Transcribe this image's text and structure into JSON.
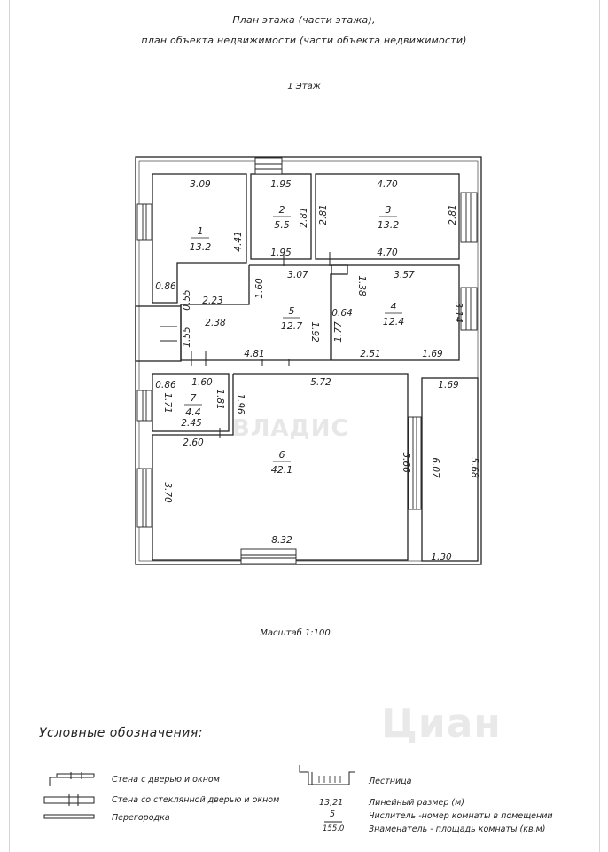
{
  "header": {
    "title_line1": "План этажа (части этажа),",
    "title_line2": "план объекта недвижимости (части объекта недвижимости)",
    "floor": "1 Этаж"
  },
  "rooms": [
    {
      "number": "1",
      "area": "13.2"
    },
    {
      "number": "2",
      "area": "5.5"
    },
    {
      "number": "3",
      "area": "13.2"
    },
    {
      "number": "4",
      "area": "12.4"
    },
    {
      "number": "5",
      "area": "12.7"
    },
    {
      "number": "6",
      "area": "42.1"
    },
    {
      "number": "7",
      "area": "4.4"
    }
  ],
  "dimensions": {
    "d309": "3.09",
    "d441": "4.41",
    "d086a": "0.86",
    "d055": "0.55",
    "d223": "2.23",
    "d195a": "1.95",
    "d281a": "2.81",
    "d195b": "1.95",
    "d470a": "4.70",
    "d281b": "2.81",
    "d281c": "2.81",
    "d470b": "4.70",
    "d307": "3.07",
    "d160a": "1.60",
    "d238": "2.38",
    "d155": "1.55",
    "d192": "1.92",
    "d481": "4.81",
    "d357": "3.57",
    "d138": "1.38",
    "d064": "0.64",
    "d177": "1.77",
    "d314": "3.14",
    "d251": "2.51",
    "d169a": "1.69",
    "d086b": "0.86",
    "d160b": "1.60",
    "d171": "1.71",
    "d181": "1.81",
    "d196": "1.96",
    "d245": "2.45",
    "d260": "2.60",
    "d572": "5.72",
    "d370": "3.70",
    "d566": "5.66",
    "d832": "8.32",
    "d169b": "1.69",
    "d607": "6.07",
    "d568": "5.68",
    "d130": "1.30"
  },
  "scale": "Масштаб 1:100",
  "legend": {
    "heading": "Условные обозначения:",
    "wall_door_window": "Стена с дверью и окном",
    "wall_glass_door_window": "Стена со стеклянной дверью и окном",
    "partition": "Перегородка",
    "stairs": "Лестница",
    "linear_example": "13,21",
    "linear_label": "Линейный размер (м)",
    "fraction_numerator": "5",
    "fraction_denominator": "155.0",
    "numerator_label": "Числитель -номер комнаты в помещении",
    "denominator_label": "Знаменатель - площадь комнаты (кв.м)"
  },
  "watermarks": {
    "center": "ВЛАДИС",
    "corner": "Циан"
  },
  "colors": {
    "wall": "#222222",
    "frame": "#d6d6d6"
  }
}
